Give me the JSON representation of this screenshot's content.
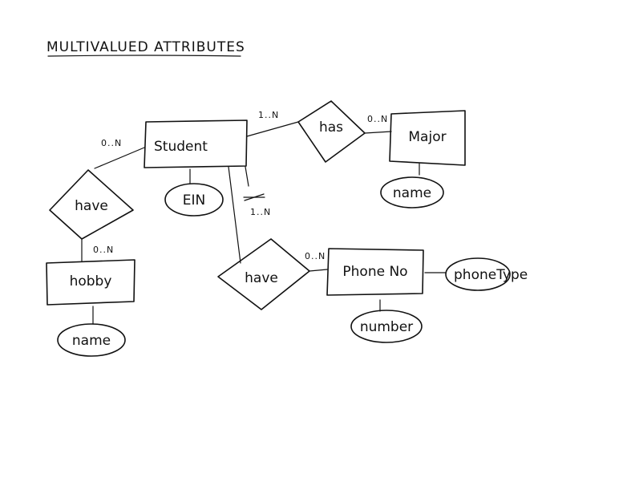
{
  "title": "MULTIVALUED ATTRIBUTES",
  "entities": {
    "student": "Student",
    "major": "Major",
    "phone": "Phone No",
    "hobby": "hobby"
  },
  "relationships": {
    "has_major": "has",
    "have_phone": "have",
    "have_hobby": "have"
  },
  "attributes": {
    "student_ein": "EIN",
    "major_name": "name",
    "phone_number": "number",
    "phone_type": "phoneType",
    "hobby_name": "name"
  },
  "cardinalities": {
    "student_has": "1..N",
    "has_major": "0..N",
    "student_hobby": "0..N",
    "have_hobby": "0..N",
    "student_phone": "1..N",
    "have_phone": "0..N"
  }
}
